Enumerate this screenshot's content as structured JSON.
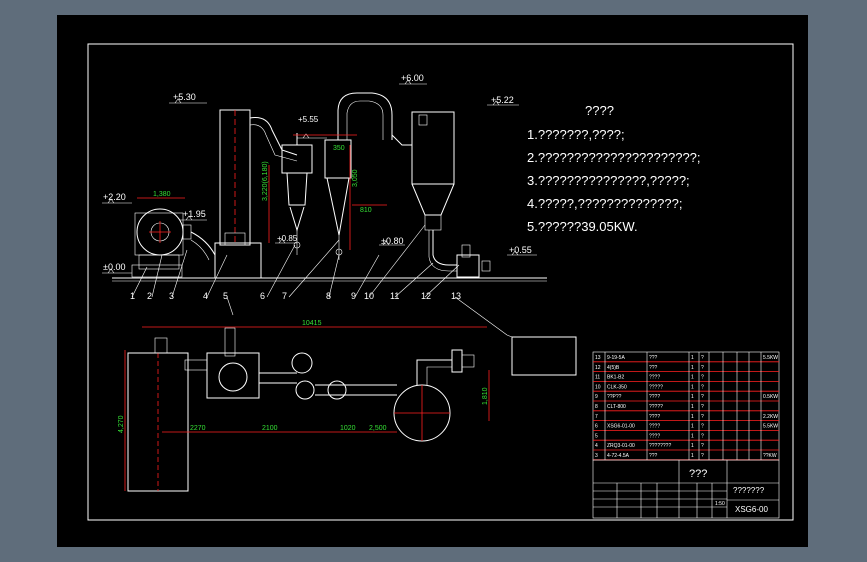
{
  "elevations": {
    "e530": "+5.30",
    "e600": "+6.00",
    "e555": "+5.55",
    "e522": "+5.22",
    "e220": "+2.20",
    "e195": "+1.95",
    "e000": "±0.00",
    "e085": "+0.85",
    "e080": "±0.80",
    "e055": "+0.55"
  },
  "dimensions": {
    "d1380": "1,380",
    "d3220": "3,220(6,180)",
    "d350": "350",
    "d3050": "3,050",
    "d810": "810",
    "d10415": "10415",
    "d4270": "4,270",
    "d1810": "1,810",
    "d2270": "2270",
    "d2100": "2100",
    "d1020": "1020",
    "d2500": "2,500"
  },
  "part_numbers": [
    "1",
    "2",
    "3",
    "4",
    "5",
    "6",
    "7",
    "8",
    "9",
    "10",
    "11",
    "12",
    "13"
  ],
  "notes": {
    "title": "????",
    "lines": [
      "1.???????,????;",
      "2.??????????????????????;",
      "3.???????????????,?????;",
      "4.?????,??????????????;",
      "5.??????39.05KW."
    ]
  },
  "parts_list": {
    "rows": [
      [
        "13",
        "9-19-5A",
        "???",
        "1",
        "?",
        "",
        "",
        "",
        "",
        "5.5KW"
      ],
      [
        "12",
        "4(5)B",
        "???",
        "1",
        "?",
        "",
        "",
        "",
        "",
        ""
      ],
      [
        "11",
        "BK1-B2",
        "????",
        "1",
        "?",
        "",
        "",
        "",
        "",
        ""
      ],
      [
        "10",
        "CLK-350",
        "?????",
        "1",
        "?",
        "",
        "",
        "",
        "",
        ""
      ],
      [
        "9",
        "??P??",
        "????",
        "1",
        "?",
        "",
        "",
        "",
        "",
        "0.5KW"
      ],
      [
        "8",
        "CLT-800",
        "?????",
        "1",
        "?",
        "",
        "",
        "",
        "",
        ""
      ],
      [
        "7",
        "",
        "????",
        "1",
        "?",
        "",
        "",
        "",
        "",
        "2.2KW"
      ],
      [
        "6",
        "XSG6-01-00",
        "????",
        "1",
        "?",
        "",
        "",
        "",
        "",
        "5.5KW"
      ],
      [
        "5",
        "",
        "????",
        "1",
        "?",
        "",
        "",
        "",
        "",
        ""
      ],
      [
        "4",
        "ZRQ3-01-00",
        "????????",
        "1",
        "?",
        "",
        "",
        "",
        "",
        ""
      ],
      [
        "3",
        "4-72-4.5A",
        "???",
        "1",
        "?",
        "",
        "",
        "",
        "",
        "??KW"
      ]
    ]
  },
  "title_block": {
    "name": "???",
    "code": "XSG6-00",
    "company": "???????",
    "scale": "1:50"
  }
}
